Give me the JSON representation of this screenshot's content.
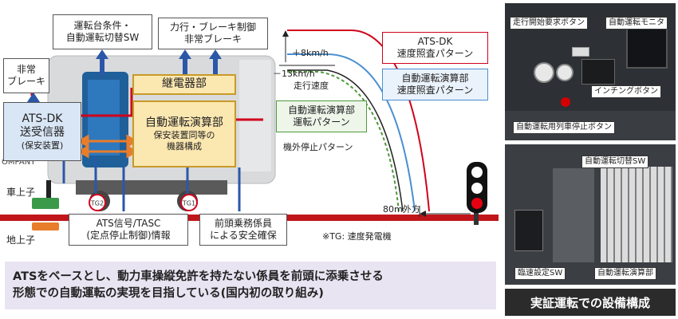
{
  "labels": {
    "emergency_brake": "非常\nブレーキ",
    "driver_conditions": "運転台条件・\n自動運転切替SW",
    "power_brake": "力行・ブレーキ制御\n非常ブレーキ",
    "relay": "継電器部",
    "ats_dk": "ATS-DK\n送受信器",
    "ats_dk_sub": "(保安装置)",
    "auto_calc_unit": "自動運転演算部",
    "auto_calc_sub": "保安装置同等の\n機器構成",
    "ats_check_pattern": "ATS-DK\n速度照査パターン",
    "auto_check_pattern": "自動運転演算部\n速度照査パターン",
    "auto_run_pattern": "自動運転演算部\n運転パターン",
    "plus8": "＋8km/h",
    "minus13": "－13km/h",
    "run_speed": "走行速度",
    "stop_pattern": "機外停止パターン",
    "car_coil": "車上子",
    "ground_coil": "地上子",
    "ats_signal": "ATS信号/TASC\n(定点停止制御)情報",
    "lead_crew": "前頭乗務係員\nによる安全確保",
    "tg_note": "※TG: 速度発電機",
    "distance": "80m外方",
    "tg1": "TG1",
    "tg2": "TG2",
    "company_text": "OMPANY",
    "caption_main": "ATSをベースとし、動力車操縦免許を持たない係員を前頭に添乗させる\n形態での自動運転の実現を目指している(国内初の取り組み)",
    "photo_start_btn": "走行開始要求ボタン",
    "photo_monitor": "自動運転モニタ",
    "photo_inching": "インチングボタン",
    "photo_stop_btn": "自動運転用列車停止ボタン",
    "photo_switch": "自動運転切替SW",
    "photo_temp_sw": "臨速設定SW",
    "photo_calc": "自動運転演算部",
    "photo_title": "実証運転での設備構成"
  },
  "colors": {
    "red_line": "#d0021b",
    "blue_line": "#2b57a8",
    "orange": "#e87d2b",
    "relay_fill": "#fbe7b0",
    "relay_border": "#c79a2a",
    "ats_fill": "#d9e6f5",
    "green_border": "#4f9a3a",
    "caption_bg": "#e9e4f2",
    "gray_box": "#d0d0d0",
    "photo_title_bg": "#2b2b2b"
  }
}
